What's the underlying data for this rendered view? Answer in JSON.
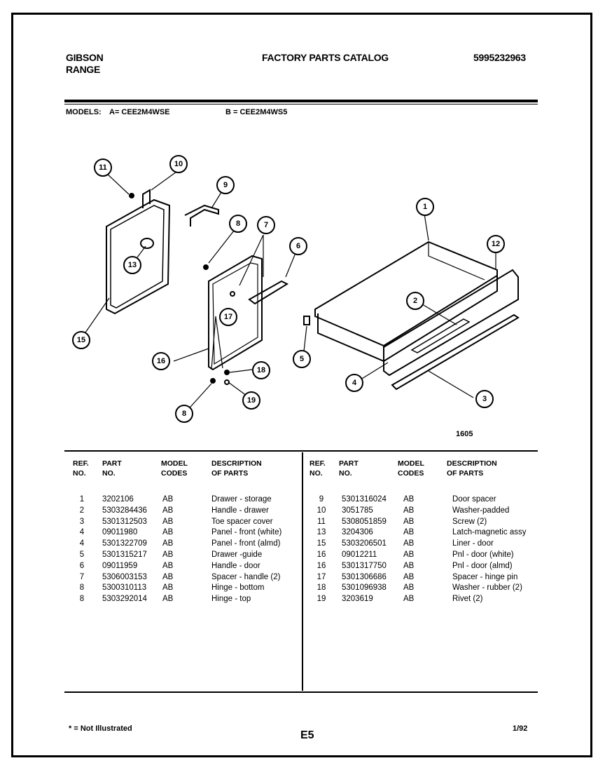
{
  "header": {
    "brand_line1": "GIBSON",
    "brand_line2": "RANGE",
    "title": "FACTORY PARTS CATALOG",
    "catalog_number": "5995232963"
  },
  "models": {
    "label": "MODELS:",
    "a": "A= CEE2M4WSE",
    "b": "B = CEE2M4WS5"
  },
  "diagram": {
    "code": "1605",
    "callouts": [
      "11",
      "10",
      "9",
      "8",
      "7",
      "6",
      "1",
      "12",
      "13",
      "2",
      "15",
      "17",
      "5",
      "16",
      "18",
      "4",
      "3",
      "8",
      "19"
    ]
  },
  "table": {
    "headers": {
      "ref": [
        "REF.",
        "NO."
      ],
      "part": [
        "PART",
        "NO."
      ],
      "model": [
        "MODEL",
        "CODES"
      ],
      "desc": [
        "DESCRIPTION",
        "OF PARTS"
      ]
    },
    "left": [
      {
        "ref": "1",
        "part": "3202106",
        "code": "AB",
        "desc": "Drawer - storage"
      },
      {
        "ref": "2",
        "part": "5303284436",
        "code": "AB",
        "desc": "Handle - drawer"
      },
      {
        "ref": "3",
        "part": "5301312503",
        "code": "AB",
        "desc": "Toe spacer cover"
      },
      {
        "ref": "4",
        "part": "09011980",
        "code": "AB",
        "desc": "Panel - front (white)"
      },
      {
        "ref": "4",
        "part": "5301322709",
        "code": "AB",
        "desc": "Panel - front (almd)"
      },
      {
        "ref": "5",
        "part": "5301315217",
        "code": "AB",
        "desc": "Drawer -guide"
      },
      {
        "ref": "6",
        "part": "09011959",
        "code": "AB",
        "desc": "Handle - door"
      },
      {
        "ref": "7",
        "part": "5306003153",
        "code": "AB",
        "desc": "Spacer - handle (2)"
      },
      {
        "ref": "8",
        "part": "5300310113",
        "code": "AB",
        "desc": "Hinge - bottom"
      },
      {
        "ref": "8",
        "part": "5303292014",
        "code": "AB",
        "desc": "Hinge - top"
      }
    ],
    "right": [
      {
        "ref": "9",
        "part": "5301316024",
        "code": "AB",
        "desc": "Door spacer"
      },
      {
        "ref": "10",
        "part": "3051785",
        "code": "AB",
        "desc": "Washer-padded"
      },
      {
        "ref": "11",
        "part": "5308051859",
        "code": "AB",
        "desc": "Screw (2)"
      },
      {
        "ref": "13",
        "part": "3204306",
        "code": "AB",
        "desc": "Latch-magnetic assy"
      },
      {
        "ref": "15",
        "part": "5303206501",
        "code": "AB",
        "desc": "Liner - door"
      },
      {
        "ref": "16",
        "part": "09012211",
        "code": "AB",
        "desc": "Pnl - door (white)"
      },
      {
        "ref": "16",
        "part": "5301317750",
        "code": "AB",
        "desc": "Pnl - door (almd)"
      },
      {
        "ref": "17",
        "part": "5301306686",
        "code": "AB",
        "desc": "Spacer - hinge pin"
      },
      {
        "ref": "18",
        "part": "5301096938",
        "code": "AB",
        "desc": "Washer - rubber (2)"
      },
      {
        "ref": "19",
        "part": "3203619",
        "code": "AB",
        "desc": "Rivet (2)"
      }
    ]
  },
  "footer": {
    "note": "* = Not Illustrated",
    "page": "E5",
    "date": "1/92"
  }
}
